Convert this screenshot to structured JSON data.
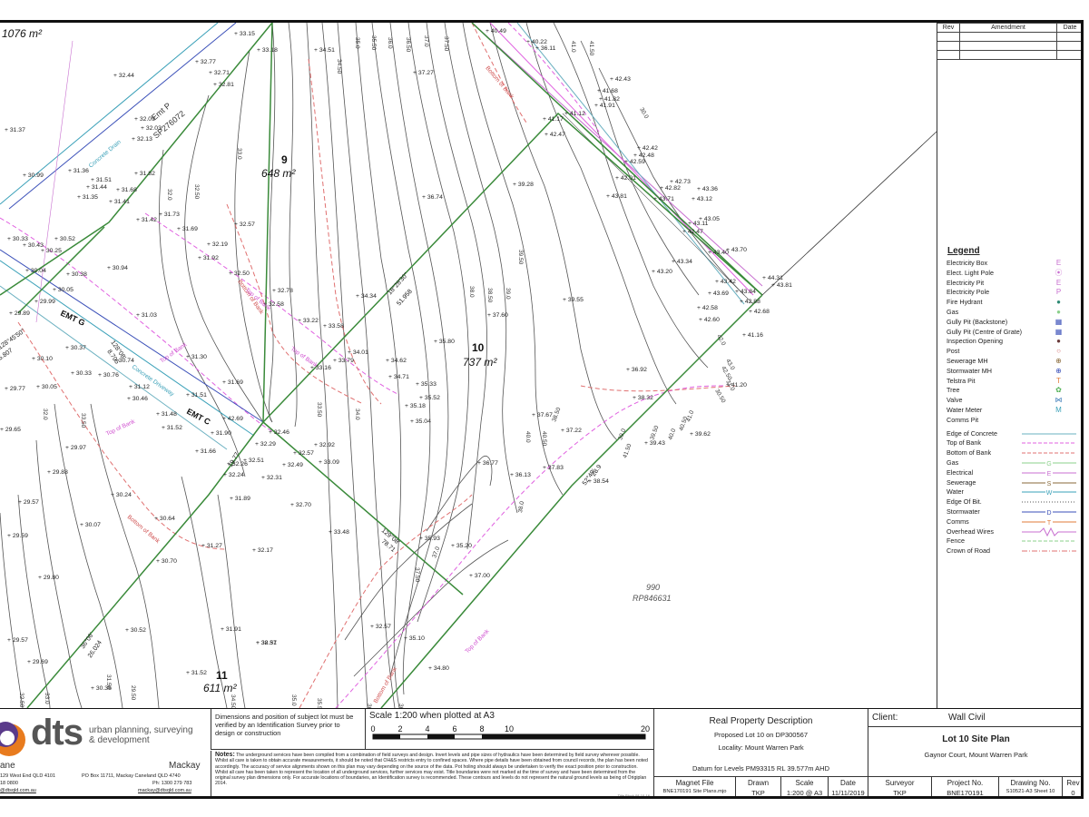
{
  "amendment_table": {
    "headers": [
      "Rev",
      "Amendment",
      "Date"
    ]
  },
  "lots": [
    {
      "number": "9",
      "area": "648 m²"
    },
    {
      "number": "10",
      "area": "737 m²"
    },
    {
      "number": "11",
      "area": "611 m²"
    },
    {
      "number": "",
      "area": "1076 m²"
    },
    {
      "number": "990",
      "area": "RP846631"
    }
  ],
  "easements": [
    "EMT G",
    "EMT C",
    "Emt P",
    "SP276072"
  ],
  "map_labels": {
    "top_of_bank": "Top of Bank",
    "bottom_of_bank": "Bottom of Bank",
    "concrete_drain": "Concrete Drain",
    "concrete_driveway": "Concrete Driveway"
  },
  "spot_levels": [
    "32.44",
    "31.37",
    "30.99",
    "31.36",
    "31.51",
    "31.44",
    "31.35",
    "31.41",
    "31.68",
    "31.82",
    "32.13",
    "32.03",
    "32.09",
    "32.77",
    "32.71",
    "32.81",
    "33.15",
    "33.18",
    "37.27",
    "34.51",
    "36.74",
    "39.28",
    "32.57",
    "31.73",
    "31.42",
    "31.69",
    "32.19",
    "31.92",
    "32.50",
    "32.78",
    "32.58",
    "33.22",
    "33.58",
    "34.34",
    "34.01",
    "33.79",
    "33.16",
    "34.62",
    "34.71",
    "35.33",
    "35.52",
    "35.18",
    "35.04",
    "35.80",
    "37.60",
    "39.55",
    "36.92",
    "38.32",
    "37.67",
    "37.22",
    "37.83",
    "38.54",
    "39.43",
    "36.77",
    "36.13",
    "35.93",
    "35.20",
    "37.00",
    "33.48",
    "32.70",
    "32.17",
    "31.27",
    "30.64",
    "30.70",
    "30.24",
    "30.07",
    "29.97",
    "29.88",
    "29.57",
    "29.59",
    "29.80",
    "30.52",
    "31.91",
    "32.57",
    "31.52",
    "30.35",
    "29.57",
    "29.69",
    "29.65",
    "30.05",
    "29.77",
    "30.10",
    "30.33",
    "30.37",
    "30.76",
    "30.74",
    "31.12",
    "30.46",
    "31.48",
    "31.52",
    "31.51",
    "31.69",
    "31.30",
    "31.03",
    "30.94",
    "30.38",
    "30.04",
    "30.05",
    "29.99",
    "29.89",
    "30.52",
    "30.25",
    "30.43",
    "30.33",
    "32.46",
    "32.29",
    "32.57",
    "32.92",
    "32.49",
    "33.09",
    "32.26",
    "32.24",
    "32.51",
    "32.31",
    "31.89",
    "31.66",
    "31.90",
    "42.69",
    "42.43",
    "41.68",
    "41.82",
    "41.91",
    "41.12",
    "41.17",
    "42.47",
    "42.42",
    "42.48",
    "42.59",
    "42.01",
    "43.81",
    "42.73",
    "42.82",
    "43.71",
    "43.36",
    "43.12",
    "43.05",
    "43.11",
    "42.47",
    "43.20",
    "43.34",
    "43.40",
    "43.70",
    "43.42",
    "43.69",
    "43.84",
    "44.31",
    "43.81",
    "42.88",
    "42.58",
    "42.60",
    "42.68",
    "41.16",
    "41.20",
    "39.62",
    "40.49",
    "40.22",
    "36.11",
    "34.80",
    "35.10",
    "32.57",
    "38.31"
  ],
  "contours": [
    "33.0",
    "32.50",
    "32.0",
    "33.50",
    "34.0",
    "34.50",
    "35.0",
    "35.50",
    "36.0",
    "36.50",
    "37.0",
    "37.50",
    "38.0",
    "38.50",
    "39.0",
    "39.50",
    "40.0",
    "40.50",
    "41.0",
    "41.50",
    "42.0",
    "42.50",
    "43.0",
    "31.0",
    "30.50",
    "30.0",
    "29.50",
    "31.50"
  ],
  "bearings": [
    "18°28'30\"",
    "51.958",
    "128°08'",
    "8.705",
    "128°45'50\"",
    "5.807",
    "36°06'",
    "26.024",
    "52°49'",
    "28.9",
    "129°08'",
    "78.71",
    "19.77"
  ],
  "legend": {
    "title": "Legend",
    "point_items": [
      {
        "label": "Electricity Box",
        "icon": "electricity-box-icon",
        "color": "#c86fd0",
        "glyph": "E"
      },
      {
        "label": "Elect. Light Pole",
        "icon": "light-pole-icon",
        "color": "#c86fd0",
        "glyph": "⦿"
      },
      {
        "label": "Electricity Pit",
        "icon": "electricity-pit-icon",
        "color": "#c86fd0",
        "glyph": "E"
      },
      {
        "label": "Electricity Pole",
        "icon": "electricity-pole-icon",
        "color": "#c86fd0",
        "glyph": "P"
      },
      {
        "label": "Fire Hydrant",
        "icon": "fire-hydrant-icon",
        "color": "#2e8a74",
        "glyph": "●"
      },
      {
        "label": "Gas",
        "icon": "gas-icon",
        "color": "#8bd08b",
        "glyph": "●"
      },
      {
        "label": "Gully Pit (Backstone)",
        "icon": "gully-pit-backstone-icon",
        "color": "#3a4fb8",
        "glyph": "▦"
      },
      {
        "label": "Gully Pit (Centre of Grate)",
        "icon": "gully-pit-grate-icon",
        "color": "#3a4fb8",
        "glyph": "▦"
      },
      {
        "label": "Inspection Opening",
        "icon": "inspection-opening-icon",
        "color": "#6a3a3a",
        "glyph": "●"
      },
      {
        "label": "Post",
        "icon": "post-icon",
        "color": "#d06a6a",
        "glyph": "○"
      },
      {
        "label": "Sewerage MH",
        "icon": "sewerage-mh-icon",
        "color": "#8a6a3a",
        "glyph": "⊕"
      },
      {
        "label": "Stormwater MH",
        "icon": "stormwater-mh-icon",
        "color": "#3a4fb8",
        "glyph": "⊕"
      },
      {
        "label": "Telstra Pit",
        "icon": "telstra-pit-icon",
        "color": "#e07b3a",
        "glyph": "T"
      },
      {
        "label": "Tree",
        "icon": "tree-icon",
        "color": "#4caf50",
        "glyph": "✿"
      },
      {
        "label": "Valve",
        "icon": "valve-icon",
        "color": "#3a7ab8",
        "glyph": "⋈"
      },
      {
        "label": "Water Meter",
        "icon": "water-meter-icon",
        "color": "#3aa0b8",
        "glyph": "M"
      },
      {
        "label": "Comms Pit",
        "icon": "comms-pit-icon",
        "color": "#e07b3a",
        "glyph": ""
      }
    ],
    "line_items": [
      {
        "label": "Edge of Concrete",
        "icon": "edge-of-concrete-line",
        "color": "#6ab0c0",
        "style": "solid",
        "mark": ""
      },
      {
        "label": "Top of Bank",
        "icon": "top-of-bank-line",
        "color": "#e060e0",
        "style": "dashed",
        "mark": ""
      },
      {
        "label": "Bottom of Bank",
        "icon": "bottom-of-bank-line",
        "color": "#e07070",
        "style": "dashed",
        "mark": ""
      },
      {
        "label": "Gas",
        "icon": "gas-line",
        "color": "#8bd08b",
        "style": "solid",
        "mark": "G"
      },
      {
        "label": "Electrical",
        "icon": "electrical-line",
        "color": "#c86fd0",
        "style": "solid",
        "mark": "E"
      },
      {
        "label": "Sewerage",
        "icon": "sewerage-line",
        "color": "#8a6a3a",
        "style": "solid",
        "mark": "S"
      },
      {
        "label": "Water",
        "icon": "water-line",
        "color": "#3aa0b8",
        "style": "solid",
        "mark": "W"
      },
      {
        "label": "Edge Of Bit.",
        "icon": "edge-of-bitumen-line",
        "color": "#555555",
        "style": "dotted",
        "mark": ""
      },
      {
        "label": "Stormwater",
        "icon": "stormwater-line",
        "color": "#3a4fb8",
        "style": "solid",
        "mark": "D"
      },
      {
        "label": "Comms",
        "icon": "comms-line",
        "color": "#e07b3a",
        "style": "solid",
        "mark": "T"
      },
      {
        "label": "Overhead Wires",
        "icon": "overhead-wires-line",
        "color": "#c86fd0",
        "style": "wave",
        "mark": ""
      },
      {
        "label": "Fence",
        "icon": "fence-line",
        "color": "#8bd08b",
        "style": "dashed",
        "mark": ""
      },
      {
        "label": "Crown of Road",
        "icon": "crown-of-road-line",
        "color": "#e07070",
        "style": "dashdot",
        "mark": ""
      }
    ]
  },
  "title_block": {
    "company_name": "dts",
    "company_tagline_1": "urban planning, surveying",
    "company_tagline_2": "& development",
    "office_left_name": "ane",
    "office_right_name": "Mackay",
    "office_left_address": "129 West End QLD 4101",
    "office_left_phone": "18 0800",
    "office_left_email": "@dtsqld.com.au",
    "office_right_address": "PO Box 11711, Mackay Caneland QLD 4740",
    "office_right_phone": "Ph: 1300 279 783",
    "office_right_email": "mackay@dtsqld.com.au",
    "dimensions_note": "Dimensions and position of subject lot must be verified by an Identification Survey prior to design or construction",
    "scale_caption": "Scale 1:200 when plotted at A3",
    "scale_ticks": [
      "0",
      "2",
      "4",
      "6",
      "8",
      "10",
      "20"
    ],
    "notes_label": "Notes:",
    "notes_text": "The underground services have been compiled from a combination of field surveys and design. Invert levels and pipe sizes of hydraulics have been determined by field survey wherever possible. Whilst all care is taken to obtain accurate measurements, it should be noted that OH&S restricts entry to confined spaces. Where pipe details have been obtained from council records, the plan has been noted accordingly. The accuracy of service alignments shown on this plan may vary depending on the source of the data. Pot holing should always be undertaken to verify the exact position prior to construction. Whilst all care has been taken to represent the location of all underground services, further services may exist. Title boundaries were not marked at the time of survey and have been determined from the original survey plan dimensions only. For accurate locations of boundaries, an Identification survey is recommended. These contours and levels do not represent the natural ground levels as being of Origiplan 2014.",
    "small_ref": "Title Block 08-10-16",
    "rpd_title": "Real Property Description",
    "rpd_line1": "Proposed Lot 10 on DP300567",
    "rpd_line2": "Locality: Mount Warren Park",
    "datum": "Datum for Levels PM93315 RL 39.577m AHD",
    "client_label": "Client:",
    "client_value": "Wall Civil",
    "plan_title": "Lot 10 Site Plan",
    "plan_address": "Gaynor Court, Mount Warren Park",
    "fields": [
      {
        "label": "Magnet File",
        "value": "BNE170191 Site Plans.mjo"
      },
      {
        "label": "Drawn",
        "value": "TKP"
      },
      {
        "label": "Scale",
        "value": "1:200 @ A3"
      },
      {
        "label": "Date",
        "value": "11/11/2019"
      },
      {
        "label": "Surveyor",
        "value": "TKP"
      },
      {
        "label": "Project No.",
        "value": "BNE170191"
      },
      {
        "label": "Drawing No.",
        "value": "S10521-A3 Sheet 10"
      },
      {
        "label": "Rev",
        "value": "0"
      }
    ]
  }
}
